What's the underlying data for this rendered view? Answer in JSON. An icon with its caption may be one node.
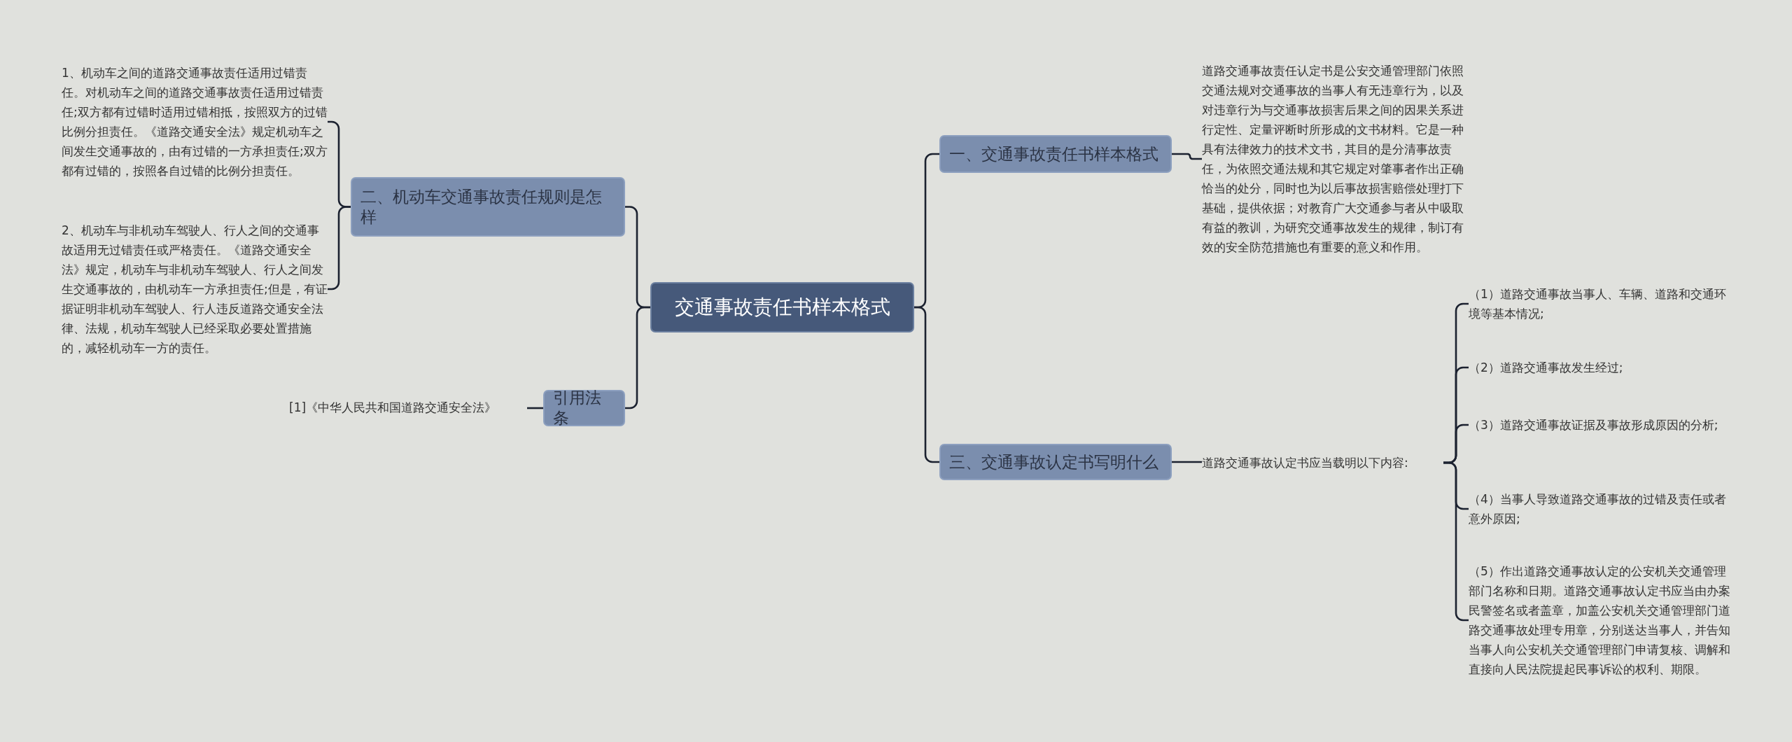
{
  "diagram": {
    "nodes": [
      {
        "text": [
          "交通事故责任书样本格式"
        ]
      },
      {
        "text": [
          "二、机动车交通事故责任规则是怎样"
        ]
      },
      {
        "text": [
          "1、机动车之间的道路交通事故责任适用过错责任。对机动车之间的道路交通事故责任适用过错责任;双方都有过错时适用过错相抵，按照双方的过错比例分担责任。《道路交通安全法》规定机动车之间发生交通事故的，由有过错的一方承担责任;双方都有过错的，按照各自过错的比例分担责任。"
        ]
      },
      {
        "text": [
          "2、机动车与非机动车驾驶人、行人之间的交通事故适用无过错责任或严格责任。《道路交通安全法》规定，机动车与非机动车驾驶人、行人之间发生交通事故的，由机动车一方承担责任;但是，有证据证明非机动车驾驶人、行人违反道路交通安全法律、法规，机动车驾驶人已经采取必要处置措施的，减轻机动车一方的责任。"
        ]
      },
      {
        "text": [
          "引用法条"
        ]
      },
      {
        "text": [
          "[1]《中华人民共和国道路交通安全法》"
        ]
      },
      {
        "text": [
          "一、交通事故责任书样本格式"
        ]
      },
      {
        "text": [
          "道路交通事故责任认定书是公安交通管理部门依照交通法规对交通事故的当事人有无违章行为，以及对违章行为与交通事故损害后果之间的因果关系进行定性、定量评断时所形成的文书材料。它是一种具有法律效力的技术文书，其目的是分清事故责任，为依照交通法规和其它规定对肇事者作出正确恰当的处分，同时也为以后事故损害赔偿处理打下基础，提供依据；对教育广大交通参与者从中吸取有益的教训，为研究交通事故发生的规律，制订有效的安全防范措施也有重要的意义和作用。"
        ]
      },
      {
        "text": [
          "三、交通事故认定书写明什么"
        ]
      },
      {
        "text": [
          "道路交通事故认定书应当载明以下内容:"
        ]
      },
      {
        "text": [
          "（1）道路交通事故当事人、车辆、道路和交通环境等基本情况;"
        ]
      },
      {
        "text": [
          "（2）道路交通事故发生经过;"
        ]
      },
      {
        "text": [
          "（3）道路交通事故证据及事故形成原因的分析;"
        ]
      },
      {
        "text": [
          "（4）当事人导致道路交通事故的过错及责任或者意外原因;"
        ]
      },
      {
        "text": [
          "（5）作出道路交通事故认定的公安机关交通管理部门名称和日期。道路交通事故认定书应当由办案民警签名或者盖章，加盖公安机关交通管理部门道路交通事故处理专用章，分别送达当事人，并告知当事人向公安机关交通管理部门申请复核、调解和直接向人民法院提起民事诉讼的权利、期限。"
        ]
      }
    ],
    "edges": [
      {
        "from": 0,
        "to": 1,
        "arrow": "none"
      },
      {
        "from": 1,
        "to": 2,
        "arrow": "none"
      },
      {
        "from": 1,
        "to": 3,
        "arrow": "none"
      },
      {
        "from": 0,
        "to": 4,
        "arrow": "none"
      },
      {
        "from": 4,
        "to": 5,
        "arrow": "none"
      },
      {
        "from": 0,
        "to": 6,
        "arrow": "none"
      },
      {
        "from": 6,
        "to": 7,
        "arrow": "none"
      },
      {
        "from": 0,
        "to": 8,
        "arrow": "none"
      },
      {
        "from": 8,
        "to": 9,
        "arrow": "none"
      },
      {
        "from": 9,
        "to": 10,
        "arrow": "none"
      },
      {
        "from": 9,
        "to": 11,
        "arrow": "none"
      },
      {
        "from": 9,
        "to": 12,
        "arrow": "none"
      },
      {
        "from": 9,
        "to": 13,
        "arrow": "none"
      },
      {
        "from": 9,
        "to": 14,
        "arrow": "none"
      }
    ]
  }
}
